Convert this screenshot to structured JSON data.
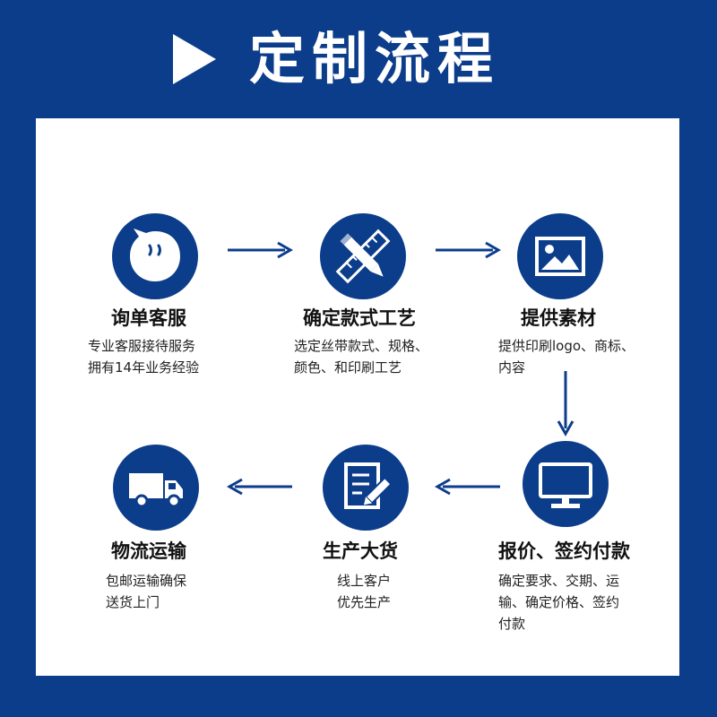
{
  "header": {
    "title": "定制流程"
  },
  "steps": [
    {
      "title": "询单客服",
      "desc": [
        "专业客服接待服务",
        "拥有14年业务经验"
      ],
      "icon": "chat-face-icon"
    },
    {
      "title": "确定款式工艺",
      "desc": [
        "选定丝带款式、规格、",
        "颜色、和印刷工艺"
      ],
      "icon": "ruler-pencil-icon"
    },
    {
      "title": "提供素材",
      "desc": [
        "提供印刷logo、商标、",
        "内容"
      ],
      "icon": "image-icon"
    },
    {
      "title": "报价、签约付款",
      "desc": [
        "确定要求、交期、运",
        "输、确定价格、签约",
        "付款"
      ],
      "icon": "monitor-icon"
    },
    {
      "title": "生产大货",
      "desc": [
        "线上客户",
        "优先生产"
      ],
      "icon": "document-pen-icon"
    },
    {
      "title": "物流运输",
      "desc": [
        "包邮运输确保",
        "送货上门"
      ],
      "icon": "truck-icon"
    }
  ],
  "colors": {
    "brand_blue": "#0c3d8b",
    "panel_white": "#ffffff"
  }
}
